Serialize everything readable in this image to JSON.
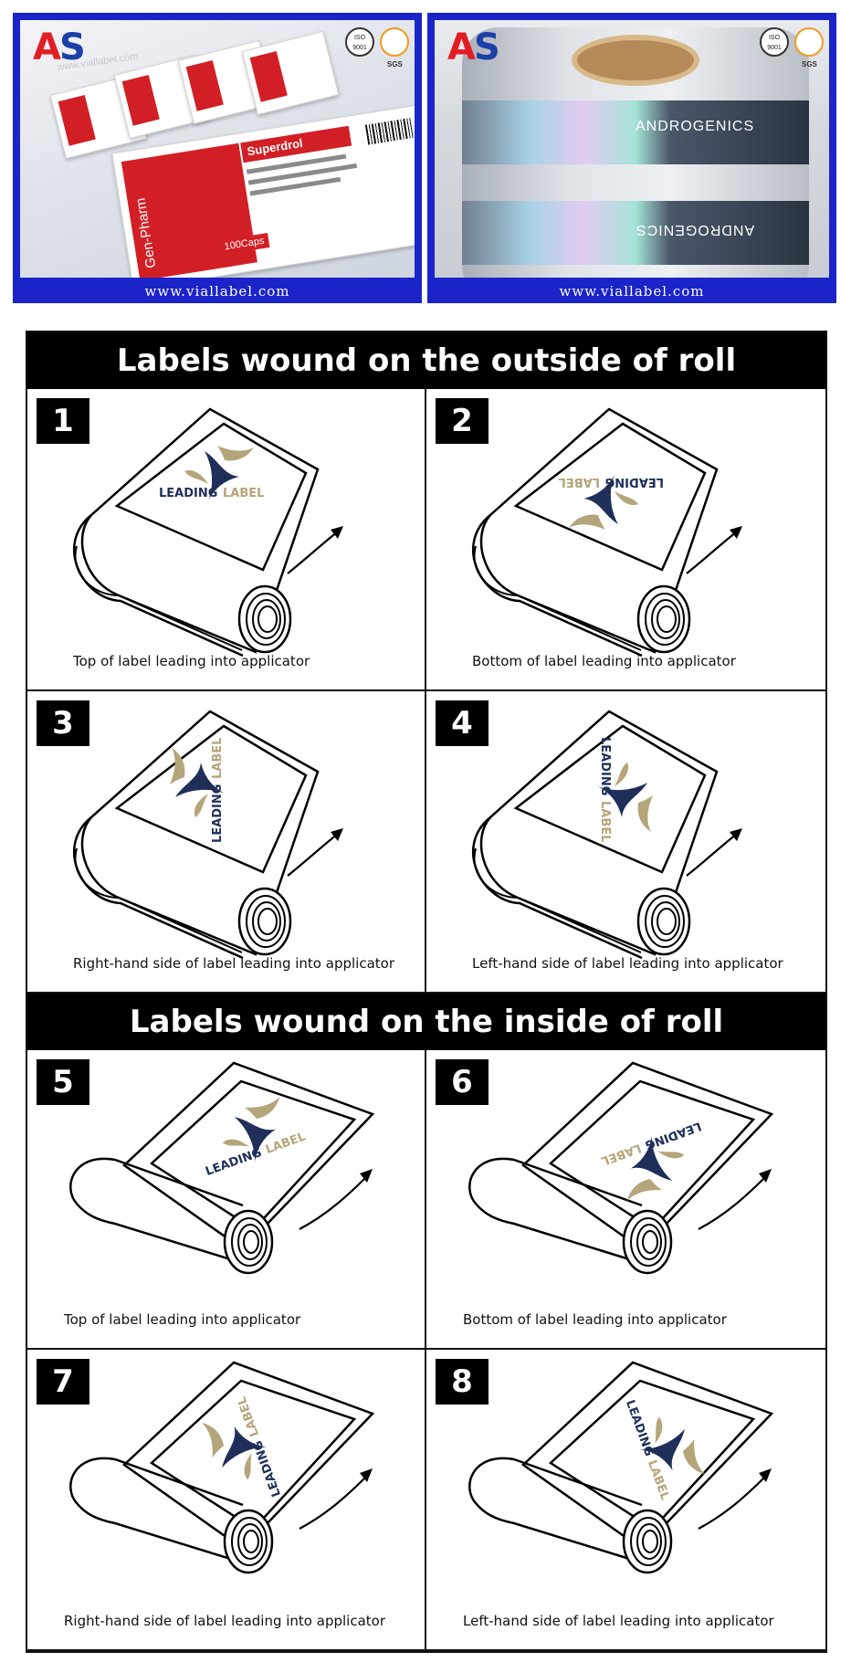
{
  "photos": {
    "left": {
      "url": "www.viallabel.com",
      "logo": {
        "a": "A",
        "s": "S"
      },
      "cert_iso": "ISO 9001",
      "cert_sgs": "SGS",
      "card_title": "Superdrol",
      "card_caps": "100Caps",
      "card_brand": "Gen-Pharm"
    },
    "right": {
      "url": "www.viallabel.com",
      "logo": {
        "a": "A",
        "s": "S"
      },
      "cert_iso": "ISO 9001",
      "cert_sgs": "SGS",
      "roll_text_top": "ANDROGENICS",
      "roll_text_bottom": "ANDROGENICS"
    }
  },
  "sections": {
    "outside_title": "Labels wound on the outside of roll",
    "inside_title": "Labels wound on the inside of roll"
  },
  "logo_text": {
    "leading": "LEADING",
    "label": "LABEL"
  },
  "panels": [
    {
      "number": "1",
      "caption": "Top of label leading into applicator",
      "orientation": "normal",
      "wound": "outside"
    },
    {
      "number": "2",
      "caption": "Bottom of label leading into applicator",
      "orientation": "flipped",
      "wound": "outside"
    },
    {
      "number": "3",
      "caption": "Right-hand side of label leading into applicator",
      "orientation": "rotated-left",
      "wound": "outside"
    },
    {
      "number": "4",
      "caption": "Left-hand side of label leading into applicator",
      "orientation": "rotated-right",
      "wound": "outside"
    },
    {
      "number": "5",
      "caption": "Top of label leading into applicator",
      "orientation": "normal",
      "wound": "inside"
    },
    {
      "number": "6",
      "caption": "Bottom of label leading into applicator",
      "orientation": "flipped",
      "wound": "inside"
    },
    {
      "number": "7",
      "caption": "Right-hand side of label leading into applicator",
      "orientation": "rotated-left",
      "wound": "inside"
    },
    {
      "number": "8",
      "caption": "Left-hand side of label leading into applicator",
      "orientation": "rotated-right",
      "wound": "inside"
    }
  ],
  "colors": {
    "navy": "#1f2f5a",
    "gold": "#b5a57a",
    "brand_blue": "#1a24c9",
    "brand_red": "#e11d23"
  }
}
